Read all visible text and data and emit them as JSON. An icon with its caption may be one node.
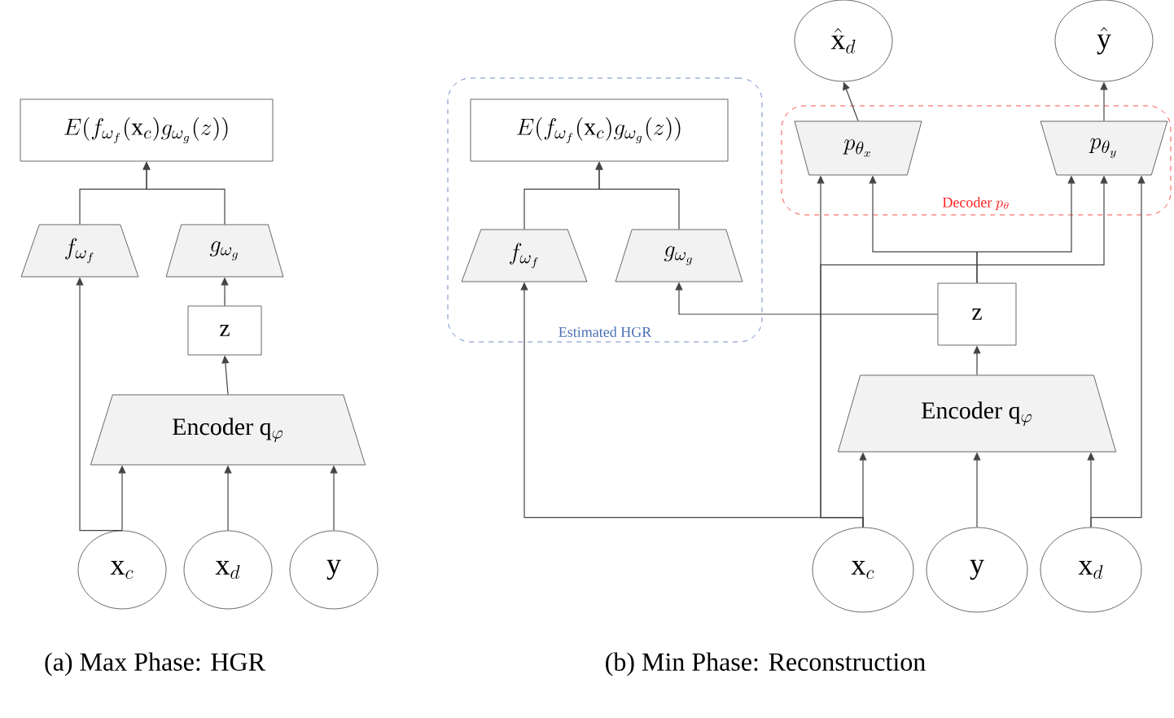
{
  "diagram": {
    "nodes": [
      {
        "text": [
          "E(f_{\\omega_f}(\\mathrm{x}_c)g_{\\omega_g}(z))"
        ]
      },
      {
        "text": [
          "f_{\\omega_f}"
        ]
      },
      {
        "text": [
          "g_{\\omega_g}"
        ]
      },
      {
        "text": [
          "\\mathrm{z}"
        ]
      },
      {
        "text": [
          "\\mathrm{Encoder}\\ \\mathrm{q}_{\\varphi}"
        ]
      },
      {
        "text": [
          "\\mathrm{x}_c"
        ]
      },
      {
        "text": [
          "\\mathrm{x}_d"
        ]
      },
      {
        "text": [
          "\\mathrm{y}"
        ]
      },
      {
        "text": [
          "Estimated HGR"
        ]
      },
      {
        "text": [
          "E(f_{\\omega_f}(\\mathrm{x}_c)g_{\\omega_g}(z))"
        ],
        "in": 8
      },
      {
        "text": [
          "f_{\\omega_f}"
        ],
        "in": 8
      },
      {
        "text": [
          "g_{\\omega_g}"
        ],
        "in": 8
      },
      {
        "text": [
          "\\hat{\\mathrm{x}}_d"
        ]
      },
      {
        "text": [
          "\\hat{\\mathrm{y}}"
        ]
      },
      {
        "text": [
          "\\mathrm{Decoder}\\ p_{\\theta}"
        ]
      },
      {
        "text": [
          "p_{\\theta_x}"
        ],
        "in": 14
      },
      {
        "text": [
          "p_{\\theta_y}"
        ],
        "in": 14
      },
      {
        "text": [
          "\\mathrm{z}"
        ]
      },
      {
        "text": [
          "\\mathrm{Encoder}\\ \\mathrm{q}_{\\varphi}"
        ]
      },
      {
        "text": [
          "\\mathrm{x}_c"
        ]
      },
      {
        "text": [
          "\\mathrm{y}"
        ]
      },
      {
        "text": [
          "\\mathrm{x}_d"
        ]
      }
    ],
    "edges": [
      {
        "from": 5,
        "to": 4,
        "arrow": "to"
      },
      {
        "from": 6,
        "to": 4,
        "arrow": "to"
      },
      {
        "from": 7,
        "to": 4,
        "arrow": "to"
      },
      {
        "from": 4,
        "to": 3,
        "arrow": "to"
      },
      {
        "from": 3,
        "to": 2,
        "arrow": "to"
      },
      {
        "from": 5,
        "to": 1,
        "arrow": "to"
      },
      {
        "from": 1,
        "to": 0,
        "arrow": "to"
      },
      {
        "from": 2,
        "to": 0,
        "arrow": "to"
      },
      {
        "from": 19,
        "to": 18,
        "arrow": "to"
      },
      {
        "from": 20,
        "to": 18,
        "arrow": "to"
      },
      {
        "from": 21,
        "to": 18,
        "arrow": "to"
      },
      {
        "from": 18,
        "to": 17,
        "arrow": "to"
      },
      {
        "from": 17,
        "to": 11,
        "arrow": "to"
      },
      {
        "from": 19,
        "to": 10,
        "arrow": "to"
      },
      {
        "from": 10,
        "to": 9,
        "arrow": "to"
      },
      {
        "from": 11,
        "to": 9,
        "arrow": "to"
      },
      {
        "from": 19,
        "to": 15,
        "arrow": "to"
      },
      {
        "from": 17,
        "to": 15,
        "arrow": "to"
      },
      {
        "from": 19,
        "to": 16,
        "arrow": "to"
      },
      {
        "from": 17,
        "to": 16,
        "arrow": "to"
      },
      {
        "from": 21,
        "to": 16,
        "arrow": "to"
      },
      {
        "from": 15,
        "to": 12,
        "arrow": "to"
      },
      {
        "from": 16,
        "to": 13,
        "arrow": "to"
      }
    ],
    "labels": [
      "(a) Max Phase: HGR",
      "(b) Min Phase: Reconstruction"
    ]
  }
}
